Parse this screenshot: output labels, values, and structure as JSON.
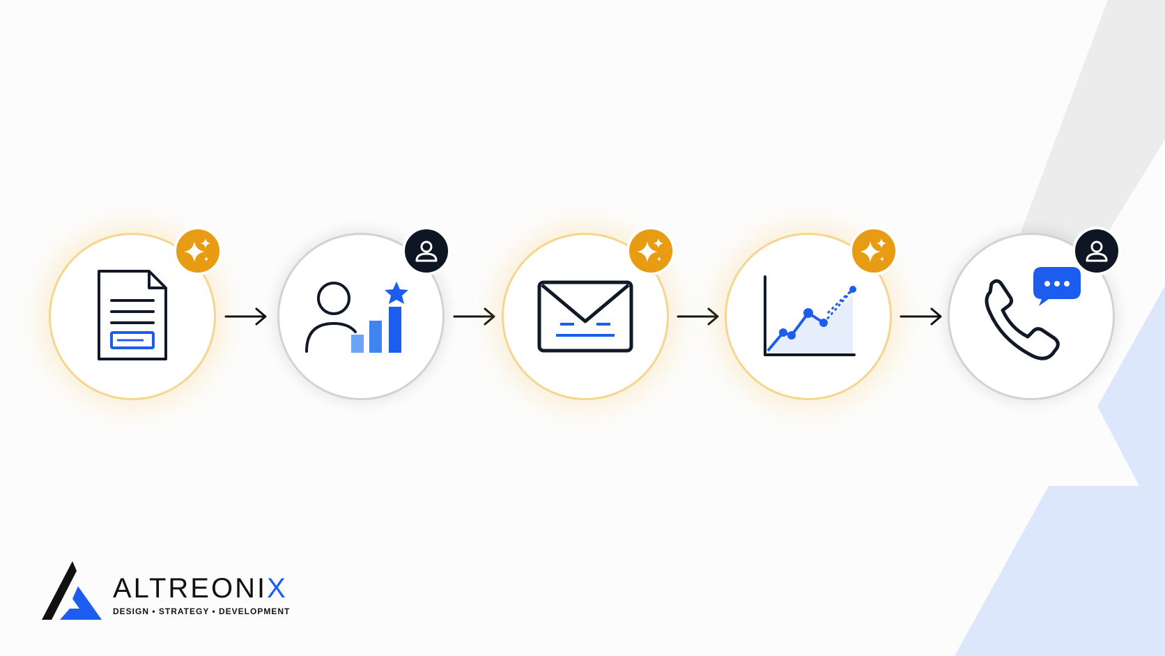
{
  "diagram": {
    "steps": [
      {
        "icon": "document-form-icon",
        "badge": "ai-sparkle-icon",
        "kind": "ai"
      },
      {
        "icon": "user-score-chart-icon",
        "badge": "human-user-icon",
        "kind": "human"
      },
      {
        "icon": "email-envelope-icon",
        "badge": "ai-sparkle-icon",
        "kind": "ai"
      },
      {
        "icon": "line-chart-trend-icon",
        "badge": "ai-sparkle-icon",
        "kind": "ai"
      },
      {
        "icon": "phone-call-chat-icon",
        "badge": "human-user-icon",
        "kind": "human"
      }
    ],
    "connector": "arrow-right-icon"
  },
  "brand": {
    "name_main": "ALTREONI",
    "name_accent": "X",
    "tagline": "DESIGN • STRATEGY • DEVELOPMENT",
    "logo_icon": "altreonix-logo-icon"
  },
  "colors": {
    "ai_badge": "#e89c13",
    "human_badge": "#0f1623",
    "accent_blue": "#1c5df0",
    "ink": "#111111"
  }
}
